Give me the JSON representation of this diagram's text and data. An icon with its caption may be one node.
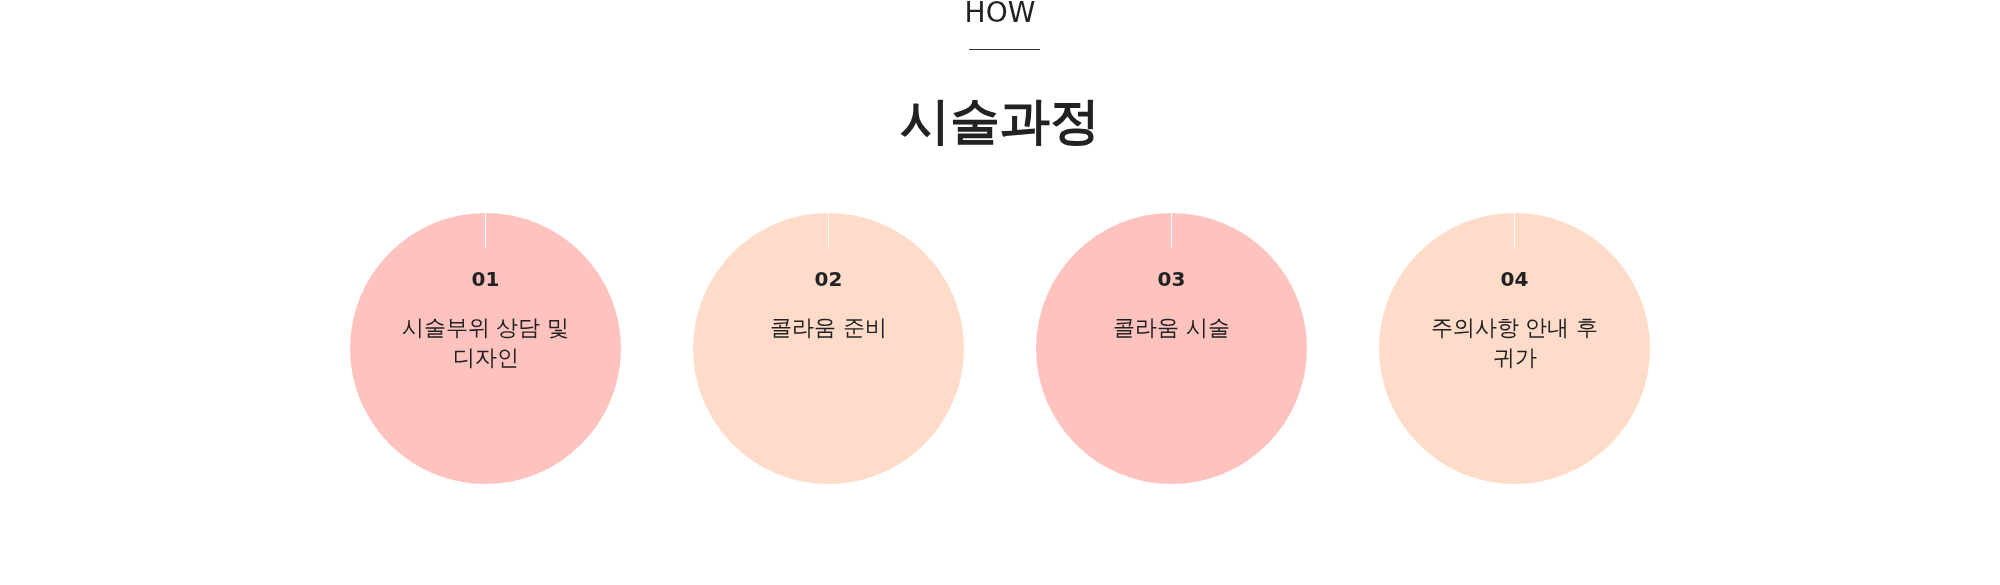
{
  "diagram": {
    "title": "시술과정",
    "nodes": [
      {
        "text": [
          "01",
          "시술부위 상담 및 디자인"
        ]
      },
      {
        "text": [
          "02",
          "콜라움 준비"
        ]
      },
      {
        "text": [
          "03",
          "콜라움 시술"
        ]
      },
      {
        "text": [
          "04",
          "주의사항 안내 후 귀가"
        ]
      }
    ],
    "labels": [
      "HOW"
    ]
  }
}
